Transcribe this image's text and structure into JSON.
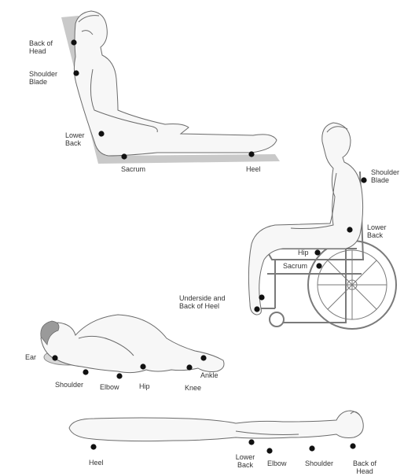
{
  "figures": [
    {
      "id": "sitting-reclined",
      "points": [
        {
          "key": "back_of_head",
          "label": "Back of\nHead"
        },
        {
          "key": "shoulder_blade",
          "label": "Shoulder\nBlade"
        },
        {
          "key": "lower_back",
          "label": "Lower\nBack"
        },
        {
          "key": "sacrum",
          "label": "Sacrum"
        },
        {
          "key": "heel",
          "label": "Heel"
        }
      ]
    },
    {
      "id": "wheelchair",
      "points": [
        {
          "key": "shoulder_blade",
          "label": "Shoulder\nBlade"
        },
        {
          "key": "lower_back",
          "label": "Lower\nBack"
        },
        {
          "key": "hip",
          "label": "Hip"
        },
        {
          "key": "sacrum",
          "label": "Sacrum"
        },
        {
          "key": "underside_heel",
          "label": "Underside and\nBack of Heel"
        }
      ]
    },
    {
      "id": "side-lying",
      "points": [
        {
          "key": "ear",
          "label": "Ear"
        },
        {
          "key": "shoulder",
          "label": "Shoulder"
        },
        {
          "key": "elbow",
          "label": "Elbow"
        },
        {
          "key": "hip",
          "label": "Hip"
        },
        {
          "key": "knee",
          "label": "Knee"
        },
        {
          "key": "ankle",
          "label": "Ankle"
        }
      ]
    },
    {
      "id": "supine",
      "points": [
        {
          "key": "heel",
          "label": "Heel"
        },
        {
          "key": "lower_back",
          "label": "Lower\nBack"
        },
        {
          "key": "elbow",
          "label": "Elbow"
        },
        {
          "key": "shoulder",
          "label": "Shoulder"
        },
        {
          "key": "back_of_head",
          "label": "Back of\nHead"
        }
      ]
    }
  ]
}
